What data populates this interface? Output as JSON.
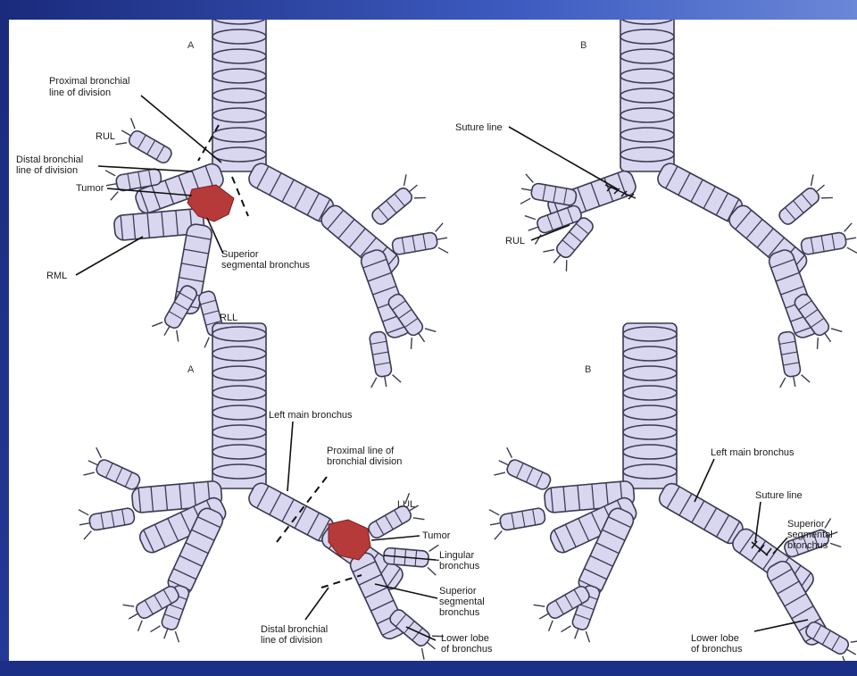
{
  "panels": {
    "top_left": "A",
    "top_right": "B",
    "bottom_left": "A",
    "bottom_right": "B"
  },
  "labels": {
    "tl_proximal_1": "Proximal bronchial",
    "tl_proximal_2": "line of division",
    "tl_rul": "RUL",
    "tl_distal_1": "Distal bronchial",
    "tl_distal_2": "line of division",
    "tl_tumor": "Tumor",
    "tl_rml": "RML",
    "tl_superior_1": "Superior",
    "tl_superior_2": "segmental bronchus",
    "tl_rll": "RLL",
    "tr_suture": "Suture line",
    "tr_rul": "RUL",
    "bl_left_main": "Left main bronchus",
    "bl_proximal_1": "Proximal line of",
    "bl_proximal_2": "bronchial division",
    "bl_lul": "LUL",
    "bl_tumor": "Tumor",
    "bl_lingular_1": "Lingular",
    "bl_lingular_2": "bronchus",
    "bl_superior_1": "Superior",
    "bl_superior_2": "segmental",
    "bl_superior_3": "bronchus",
    "bl_distal_1": "Distal bronchial",
    "bl_distal_2": "line of division",
    "bl_lower_1": "Lower lobe",
    "bl_lower_2": "of bronchus",
    "br_left_main": "Left main bronchus",
    "br_suture": "Suture line",
    "br_superior_1": "Superior",
    "br_superior_2": "segmental",
    "br_superior_3": "bronchus",
    "br_lower_1": "Lower lobe",
    "br_lower_2": "of bronchus"
  },
  "colors": {
    "airway": "#d9d7ef",
    "outline": "#3a3a52",
    "tumor": "#b73a3a",
    "frame": "#1c2f86"
  }
}
